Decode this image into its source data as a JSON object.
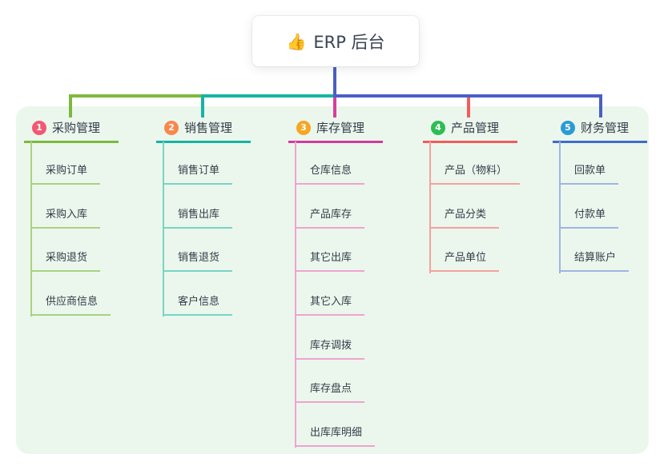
{
  "root": {
    "icon": "👍",
    "label": "ERP 后台",
    "line_color": "#4a5fc5"
  },
  "branches": [
    {
      "badge": "1",
      "label": "采购管理",
      "badge_color": "#f25872",
      "line_color": "#7cb93e",
      "drop_color": "#7cb93e",
      "child_line_color": "#a8d282",
      "children": [
        "采购订单",
        "采购入库",
        "采购退货",
        "供应商信息"
      ]
    },
    {
      "badge": "2",
      "label": "销售管理",
      "badge_color": "#f9874c",
      "line_color": "#17b3a3",
      "drop_color": "#17b3a3",
      "child_line_color": "#79d3c7",
      "children": [
        "销售订单",
        "销售出库",
        "销售退货",
        "客户信息"
      ]
    },
    {
      "badge": "3",
      "label": "库存管理",
      "badge_color": "#f6a623",
      "line_color": "#d13a9e",
      "drop_color": "#da3d9d",
      "child_line_color": "#efa3cf",
      "children": [
        "仓库信息",
        "产品库存",
        "其它出库",
        "其它入库",
        "库存调拨",
        "库存盘点",
        "出库库明细"
      ]
    },
    {
      "badge": "4",
      "label": "产品管理",
      "badge_color": "#2dbd55",
      "line_color": "#f25c5c",
      "drop_color": "#f25c5c",
      "child_line_color": "#f7a09e",
      "children": [
        "产品（物料）",
        "产品分类",
        "产品单位"
      ]
    },
    {
      "badge": "5",
      "label": "财务管理",
      "badge_color": "#2a9bd6",
      "line_color": "#3f6bcc",
      "drop_color": "#4a5fc5",
      "child_line_color": "#9fb4e2",
      "children": [
        "回款单",
        "付款单",
        "结算账户"
      ]
    }
  ]
}
